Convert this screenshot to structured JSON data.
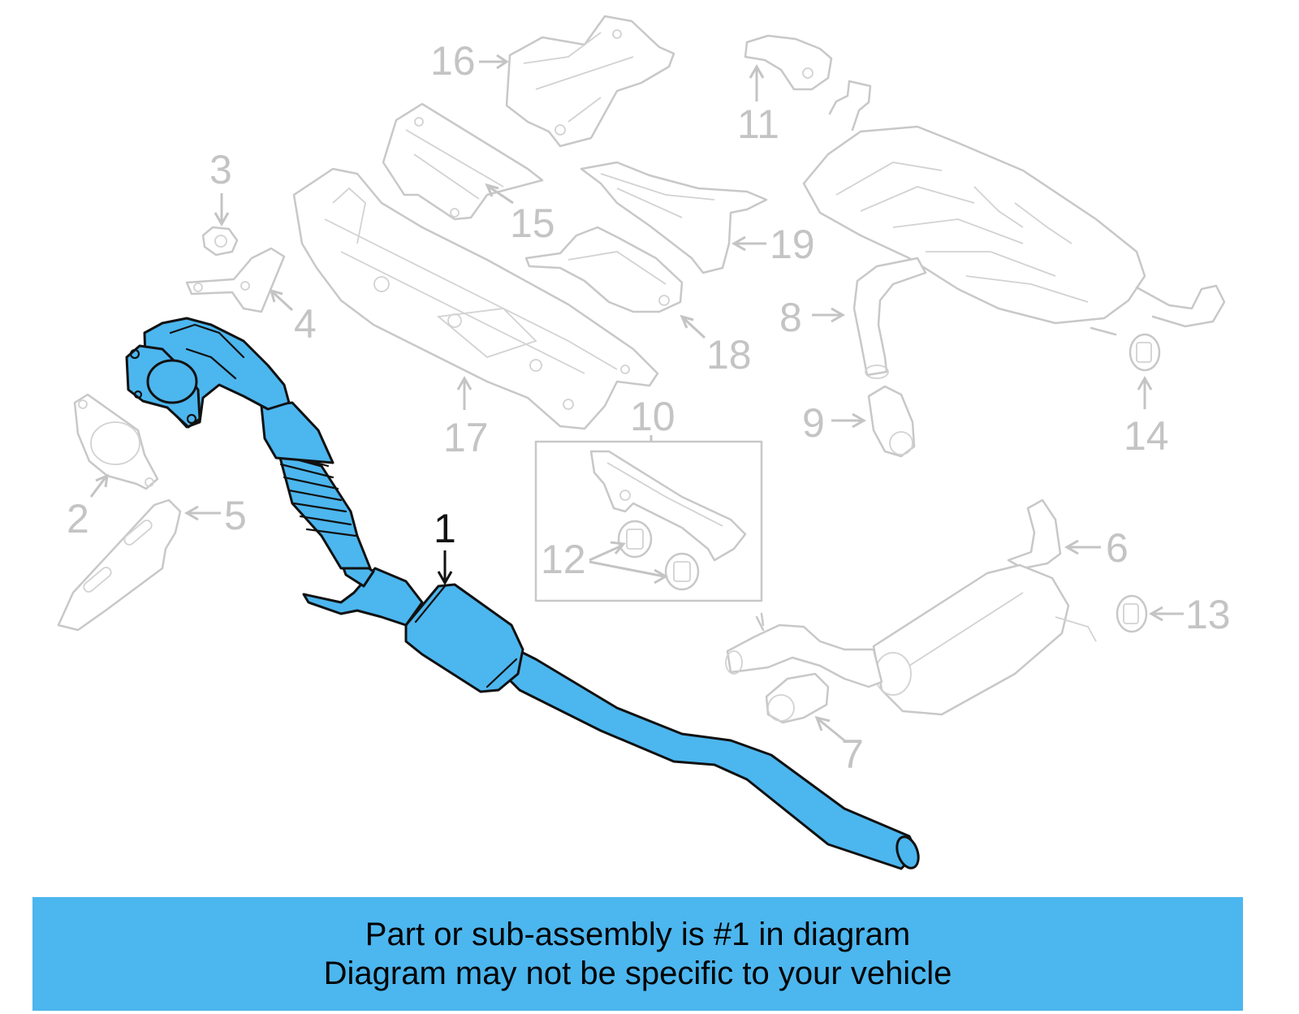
{
  "callouts": {
    "c1": "1",
    "c2": "2",
    "c3": "3",
    "c4": "4",
    "c5": "5",
    "c6": "6",
    "c7": "7",
    "c8": "8",
    "c9": "9",
    "c10": "10",
    "c11": "11",
    "c12": "12",
    "c13": "13",
    "c14": "14",
    "c15": "15",
    "c16": "16",
    "c17": "17",
    "c18": "18",
    "c19": "19"
  },
  "banner": {
    "line1": "Part or sub-assembly is #1 in diagram",
    "line2": "Diagram may not be specific to your vehicle"
  },
  "colors": {
    "highlight": "#4cb6ee",
    "ghost_parts": "#c8c8c8",
    "banner_bg": "#4cb6ee"
  }
}
